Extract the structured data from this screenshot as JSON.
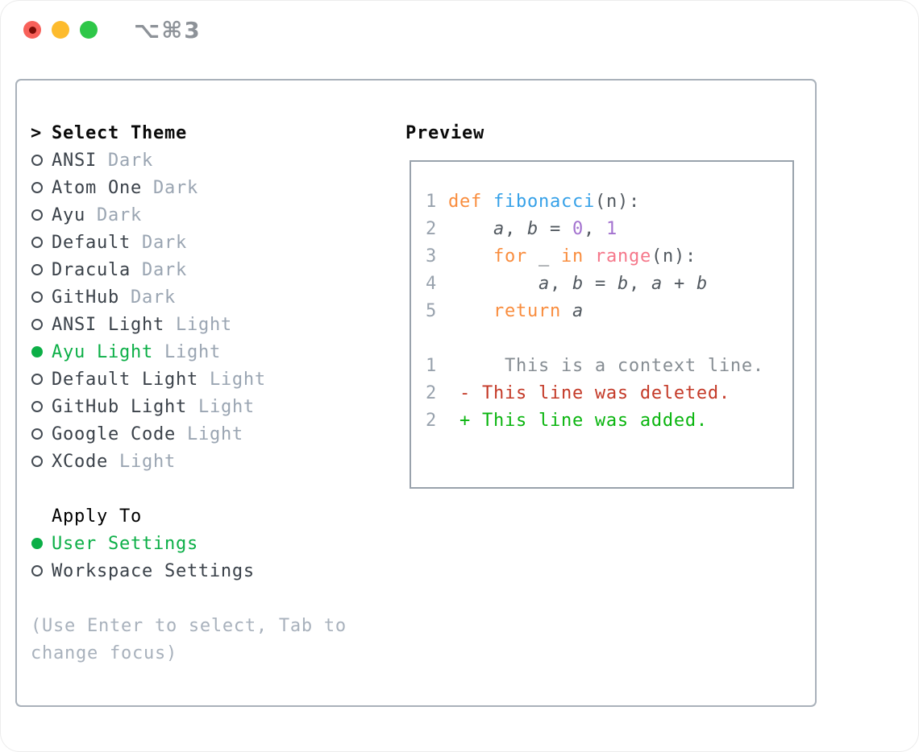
{
  "window": {
    "title": "⌥⌘3"
  },
  "titlebar": {
    "buttons": [
      "close",
      "minimize",
      "zoom"
    ],
    "close_has_unsaved_dot": true
  },
  "theme_picker": {
    "header_prefix": ">",
    "header": "Select Theme",
    "items": [
      {
        "name": "ANSI",
        "variant": "Dark",
        "selected": false
      },
      {
        "name": "Atom One",
        "variant": "Dark",
        "selected": false
      },
      {
        "name": "Ayu",
        "variant": "Dark",
        "selected": false
      },
      {
        "name": "Default",
        "variant": "Dark",
        "selected": false
      },
      {
        "name": "Dracula",
        "variant": "Dark",
        "selected": false
      },
      {
        "name": "GitHub",
        "variant": "Dark",
        "selected": false
      },
      {
        "name": "ANSI Light",
        "variant": "Light",
        "selected": false
      },
      {
        "name": "Ayu Light",
        "variant": "Light",
        "selected": true
      },
      {
        "name": "Default Light",
        "variant": "Light",
        "selected": false
      },
      {
        "name": "GitHub Light",
        "variant": "Light",
        "selected": false
      },
      {
        "name": "Google Code",
        "variant": "Light",
        "selected": false
      },
      {
        "name": "XCode",
        "variant": "Light",
        "selected": false
      }
    ]
  },
  "apply_to": {
    "header": "Apply To",
    "options": [
      {
        "label": "User Settings",
        "selected": true
      },
      {
        "label": "Workspace Settings",
        "selected": false
      }
    ]
  },
  "help_text": [
    "(Use Enter to select, Tab to",
    "change focus)"
  ],
  "preview": {
    "header": "Preview",
    "code_lines": [
      {
        "ln": "1",
        "tokens": [
          {
            "t": "def",
            "c": "keyword"
          },
          {
            "t": " ",
            "c": "fg"
          },
          {
            "t": "fibonacci",
            "c": "function"
          },
          {
            "t": "(n):",
            "c": "fg"
          }
        ]
      },
      {
        "ln": "2",
        "tokens": [
          {
            "t": "    ",
            "c": "fg"
          },
          {
            "t": "a",
            "c": "fg",
            "i": true
          },
          {
            "t": ", ",
            "c": "fg"
          },
          {
            "t": "b",
            "c": "fg",
            "i": true
          },
          {
            "t": " = ",
            "c": "fg"
          },
          {
            "t": "0",
            "c": "number"
          },
          {
            "t": ", ",
            "c": "fg"
          },
          {
            "t": "1",
            "c": "number"
          }
        ]
      },
      {
        "ln": "3",
        "tokens": [
          {
            "t": "    ",
            "c": "fg"
          },
          {
            "t": "for",
            "c": "keyword"
          },
          {
            "t": " _ ",
            "c": "fg"
          },
          {
            "t": "in",
            "c": "keyword"
          },
          {
            "t": " ",
            "c": "fg"
          },
          {
            "t": "range",
            "c": "call"
          },
          {
            "t": "(n):",
            "c": "fg"
          }
        ]
      },
      {
        "ln": "4",
        "tokens": [
          {
            "t": "        ",
            "c": "fg"
          },
          {
            "t": "a",
            "c": "fg",
            "i": true
          },
          {
            "t": ", ",
            "c": "fg"
          },
          {
            "t": "b",
            "c": "fg",
            "i": true
          },
          {
            "t": " = ",
            "c": "fg"
          },
          {
            "t": "b",
            "c": "fg",
            "i": true
          },
          {
            "t": ", ",
            "c": "fg"
          },
          {
            "t": "a",
            "c": "fg",
            "i": true
          },
          {
            "t": " + ",
            "c": "fg"
          },
          {
            "t": "b",
            "c": "fg",
            "i": true
          }
        ]
      },
      {
        "ln": "5",
        "tokens": [
          {
            "t": "    ",
            "c": "fg"
          },
          {
            "t": "return",
            "c": "keyword"
          },
          {
            "t": " ",
            "c": "fg"
          },
          {
            "t": "a",
            "c": "fg",
            "i": true
          }
        ]
      },
      {
        "ln": "",
        "tokens": []
      },
      {
        "ln": "1",
        "tokens": [
          {
            "t": "     This is a context line.",
            "c": "context"
          }
        ]
      },
      {
        "ln": "2",
        "tokens": [
          {
            "t": " - This line was deleted.",
            "c": "removed"
          }
        ]
      },
      {
        "ln": "2",
        "tokens": [
          {
            "t": " + This line was added.",
            "c": "added"
          }
        ]
      }
    ]
  },
  "colors": {
    "header_text": "#0a0a0a",
    "item_text": "#3a4149",
    "variant_text": "#9aa5b2",
    "selection_green": "#0caf47",
    "help_text": "#a8b1bc",
    "panel_border": "#a9b1ba",
    "preview_border": "#99a2ac",
    "line_number": "#98a2ad",
    "code_fg": "#51585f",
    "keyword_orange": "#f98d3e",
    "function_blue": "#36a1e8",
    "number_purple": "#a372cf",
    "call_pink": "#f5778a",
    "context_gray": "#868d93",
    "removed_red": "#c43a28",
    "added_green": "#0ab50f",
    "title_text": "#8d9298",
    "traffic_red": "#f8615a",
    "traffic_red_dot": "#7b0d06",
    "traffic_yellow": "#fdbb2d",
    "traffic_green": "#2ec748"
  }
}
